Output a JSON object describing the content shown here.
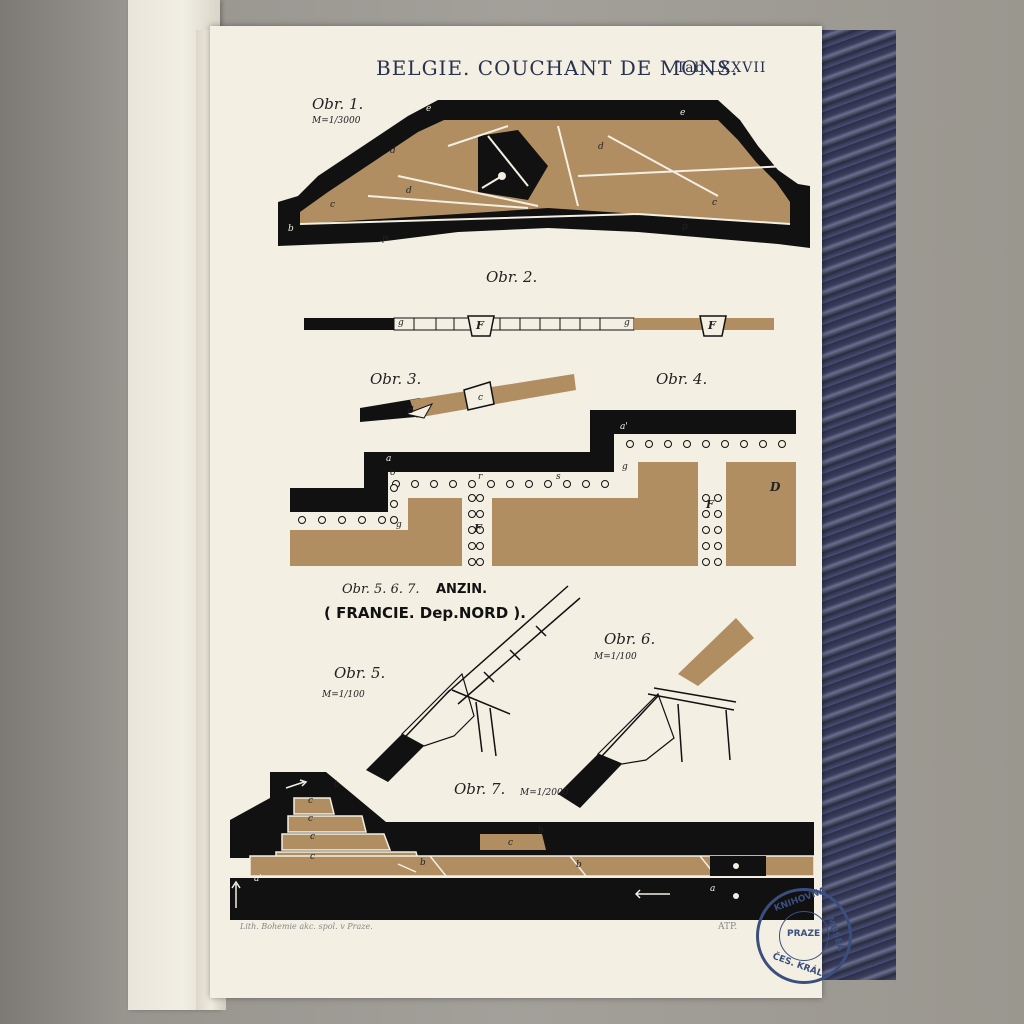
{
  "title": {
    "main": "BELGIE. COUCHANT DE MONS.",
    "tab": "Tab.LXXVII"
  },
  "figures": {
    "obr1": {
      "label": "Obr. 1.",
      "scale": "M=1/3000",
      "letters": [
        "e",
        "e",
        "d",
        "d",
        "d",
        "c",
        "c",
        "a",
        "b",
        "p",
        "p"
      ]
    },
    "obr2": {
      "label": "Obr. 2.",
      "letters": [
        "g",
        "F",
        "g",
        "F"
      ]
    },
    "obr3": {
      "label": "Obr. 3.",
      "letters": [
        "d",
        "c"
      ]
    },
    "obr4": {
      "label": "Obr. 4.",
      "letters": [
        "a",
        "a'",
        "A",
        "o",
        "r",
        "s",
        "g",
        "g",
        "F",
        "F",
        "D"
      ]
    },
    "anzin": {
      "label": "Obr. 5. 6. 7.",
      "place": "ANZIN.",
      "country": "( FRANCIE. Dep.NORD )."
    },
    "obr5": {
      "label": "Obr. 5.",
      "scale": "M=1/100"
    },
    "obr6": {
      "label": "Obr. 6.",
      "scale": "M=1/100"
    },
    "obr7": {
      "label": "Obr. 7.",
      "scale": "M=1/2000",
      "letters": [
        "b",
        "c",
        "c",
        "c",
        "c",
        "b",
        "c",
        "b",
        "b",
        "a",
        "a'"
      ]
    }
  },
  "footer": {
    "credit": "Lith. Bohemie akc. spol. v Praze.",
    "initials": "ATP."
  },
  "stamp": {
    "top": "KNIHOVNA",
    "right": "MUSEA",
    "center": "PRAZE",
    "bottom": "ČES. KRÁL."
  },
  "colors": {
    "paper": "#f3efe3",
    "ink": "#111111",
    "sand": "#b08e62",
    "stamp": "#3a4f7e"
  }
}
